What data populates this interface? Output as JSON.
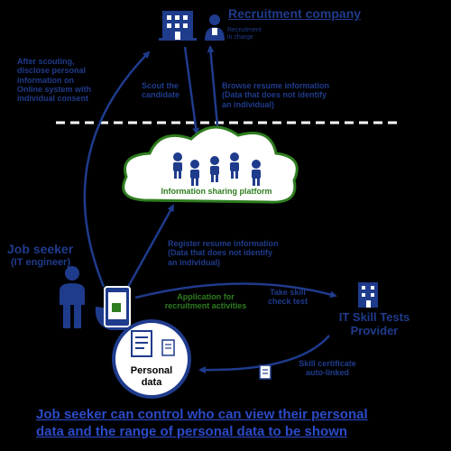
{
  "recruitment_company": {
    "title": "Recruitment company",
    "person_label_line1": "Recruitment",
    "person_label_line2": "in charge"
  },
  "flows": {
    "disclose": [
      "After scouting,",
      "disclose personal",
      "information on",
      "Online system with",
      "individual consent"
    ],
    "scout": [
      "Scout the",
      "candidate"
    ],
    "browse": [
      "Browse resume information",
      "(Data that does not identify",
      "an individual)"
    ],
    "register": [
      "Register resume information",
      "(Data that does not identify",
      "an individual)"
    ],
    "application": [
      "Application for",
      "recruitment activities"
    ],
    "take_test": [
      "Take skill",
      "check test"
    ],
    "auto_linked": [
      "Skill certificate",
      "auto-linked"
    ]
  },
  "platform": {
    "label": "Information sharing platform"
  },
  "job_seeker": {
    "title": "Job seeker",
    "subtitle": "(IT engineer)"
  },
  "provider": {
    "title_line1": "IT Skill Tests",
    "title_line2": "Provider"
  },
  "personal_data": {
    "line1": "Personal",
    "line2": "data"
  },
  "bottom_message": {
    "line1": "Job seeker can control who can view their personal",
    "line2": "data and the range of personal data to be shown"
  },
  "colors": {
    "navy": "#1f3b8c",
    "green": "#2e7d1f",
    "accent_blue": "#2b4bc9",
    "background": "#000000"
  },
  "icons": [
    "building-icon",
    "recruiter-person-icon",
    "people-group-icon",
    "job-seeker-person-icon",
    "smartphone-icon",
    "document-icon",
    "certificate-icon",
    "provider-building-icon"
  ]
}
